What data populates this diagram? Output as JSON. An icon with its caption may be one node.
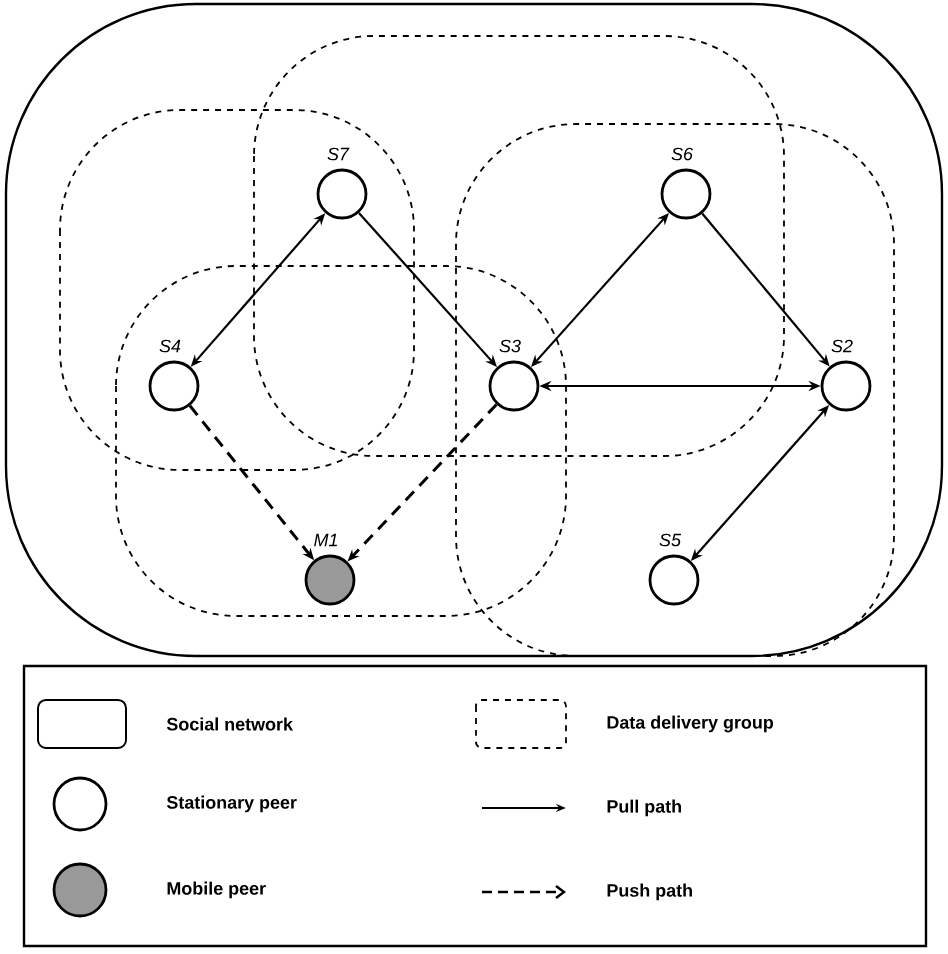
{
  "diagram": {
    "nodes": [
      {
        "text": [
          "S7"
        ]
      },
      {
        "text": [
          "S6"
        ]
      },
      {
        "text": [
          "S4"
        ]
      },
      {
        "text": [
          "S3"
        ]
      },
      {
        "text": [
          "S2"
        ]
      },
      {
        "text": [
          "M1"
        ]
      },
      {
        "text": [
          "S5"
        ]
      }
    ],
    "edges": [
      {
        "from": 0,
        "to": 2,
        "arrow": "both"
      },
      {
        "from": 0,
        "to": 3,
        "arrow": "to"
      },
      {
        "from": 3,
        "to": 1,
        "arrow": "both"
      },
      {
        "from": 1,
        "to": 4,
        "arrow": "to"
      },
      {
        "from": 3,
        "to": 4,
        "arrow": "both"
      },
      {
        "from": 6,
        "to": 4,
        "arrow": "both"
      },
      {
        "from": 2,
        "to": 5,
        "arrow": "to",
        "style": "dashed"
      },
      {
        "from": 3,
        "to": 5,
        "arrow": "to",
        "style": "dashed"
      }
    ],
    "legend": [
      {
        "text": "Social network"
      },
      {
        "text": "Data delivery group"
      },
      {
        "text": "Stationary peer"
      },
      {
        "text": "Pull path"
      },
      {
        "text": "Mobile peer"
      },
      {
        "text": "Push path"
      }
    ]
  }
}
